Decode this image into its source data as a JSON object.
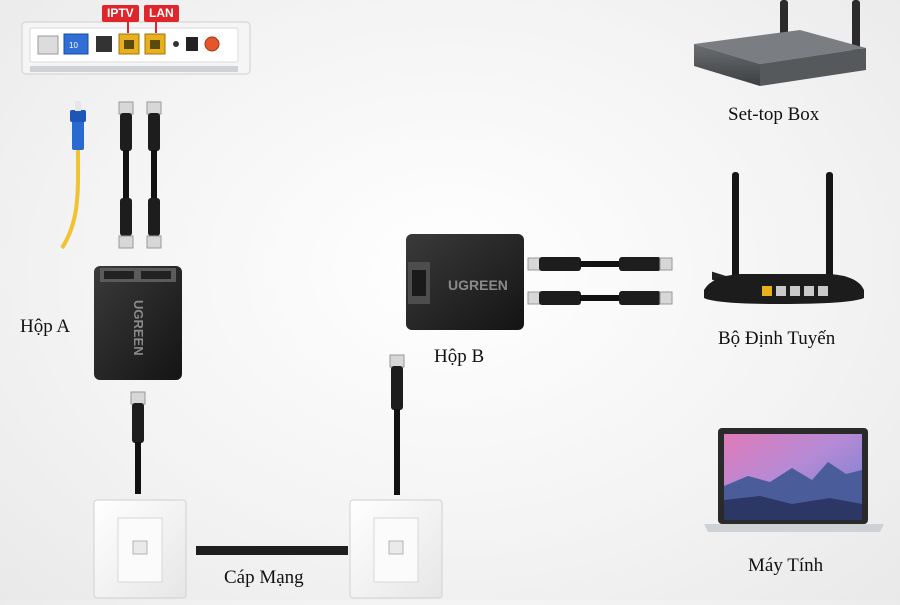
{
  "modem": {
    "port_tags": [
      "IPTV",
      "LAN"
    ],
    "colors": {
      "tag": "#e1262b",
      "lan_port": "#e8b01b",
      "pon_port": "#2f6fd6",
      "power_button": "#e5572b"
    }
  },
  "labels": {
    "hop_a": "Hộp A",
    "hop_b": "Hộp B",
    "set_top_box": "Set-top Box",
    "router": "Bộ Định Tuyến",
    "computer": "Máy Tính",
    "cable": "Cáp Mạng"
  },
  "splitter": {
    "brand": "UGREEN"
  }
}
